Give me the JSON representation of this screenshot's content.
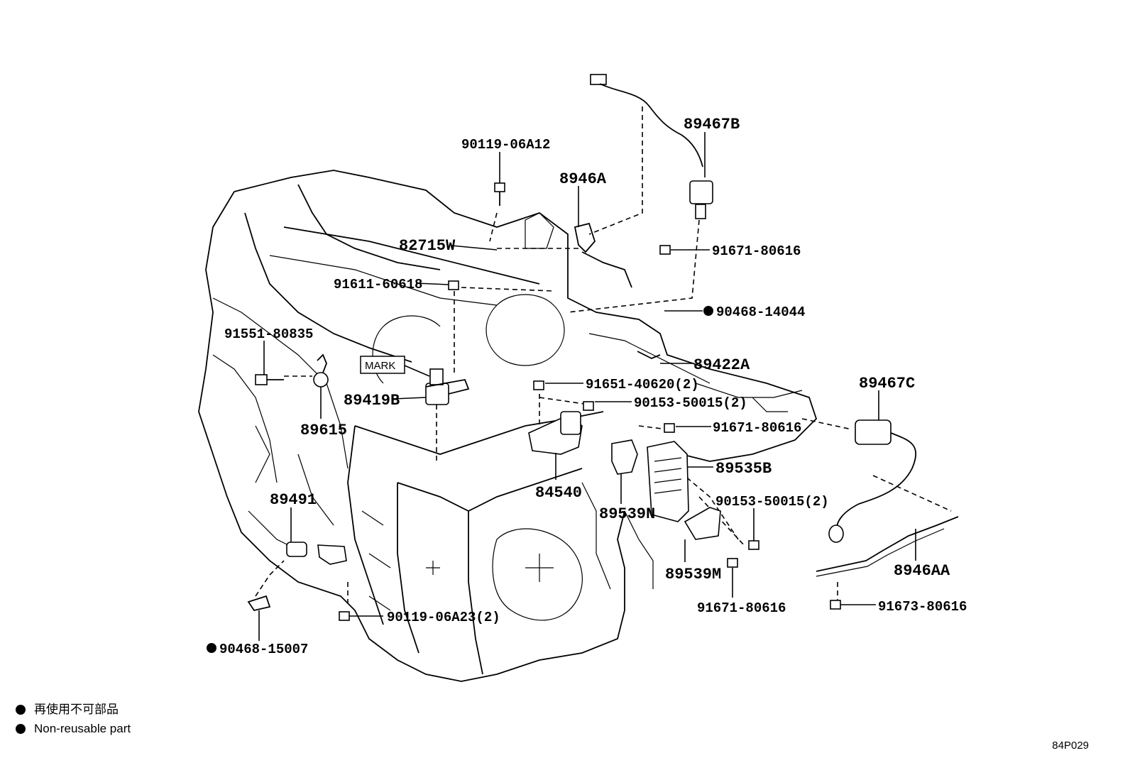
{
  "labels": {
    "p89467B": "89467B",
    "p9011906A12": "90119-06A12",
    "p8946A": "8946A",
    "p82715W": "82715W",
    "p9167180616a": "91671-80616",
    "p9161160618": "91611-60618",
    "p9046814044": "90468-14044",
    "p9155180835": "91551-80835",
    "p89422A": "89422A",
    "p89467C": "89467C",
    "pMark": "MARK",
    "p89419B": "89419B",
    "p9165140620": "91651-40620(2)",
    "p9015350015a": "90153-50015(2)",
    "p9167180616b": "91671-80616",
    "p89615": "89615",
    "p89535B": "89535B",
    "p84540": "84540",
    "p89491": "89491",
    "p89539N": "89539N",
    "p9015350015b": "90153-50015(2)",
    "p8946AA": "8946AA",
    "p89539M": "89539M",
    "p9011906A23": "90119-06A23(2)",
    "p9167180616c": "91671-80616",
    "p9167380616": "91673-80616",
    "p9046815007": "90468-15007"
  },
  "legend": {
    "line1": "再使用不可部品",
    "line2": "Non-reusable part"
  },
  "diagram_code": "84P029"
}
